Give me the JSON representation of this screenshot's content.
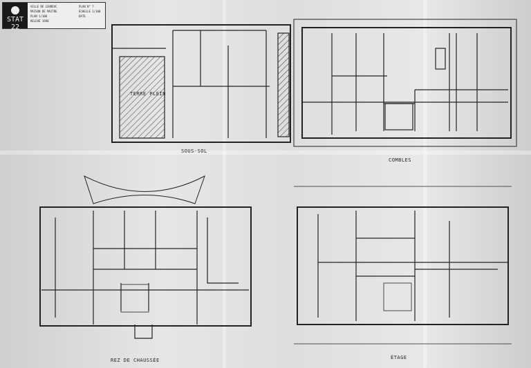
{
  "title_block": {
    "logo": "STAT 22",
    "lines": [
      "VILLE DE LOUDÉAC",
      "MAISON DE MAITRE",
      "PLAN 1/100",
      "RELEVÉ 1990"
    ],
    "right": [
      "PLAN N° 7",
      "ÉCHELLE 1/100",
      "DATE"
    ]
  },
  "plans": {
    "basement": "SOUS-SOL",
    "terre_plein": "TERRE PLEIN",
    "attic": "COMBLES",
    "ground": "REZ DE CHAUSSÉE",
    "upper": "ÉTAGE"
  },
  "colors": {
    "line": "#222222",
    "paper": "#e2e2e2"
  }
}
